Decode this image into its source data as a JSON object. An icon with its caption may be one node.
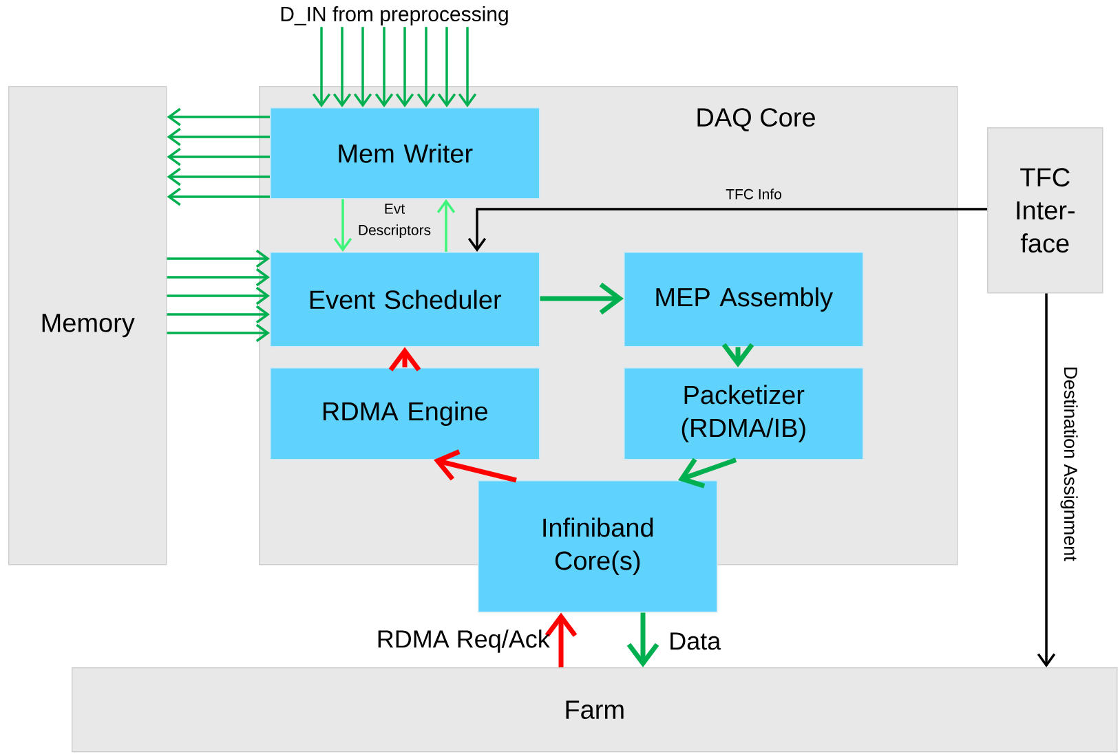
{
  "diagram": {
    "nodes": [
      {
        "text": [
          "Memory"
        ]
      },
      {
        "text": [
          "DAQ Core"
        ]
      },
      {
        "text": [
          "Mem Writer"
        ],
        "in": 1
      },
      {
        "text": [
          "Event Scheduler"
        ],
        "in": 1
      },
      {
        "text": [
          "MEP Assembly"
        ],
        "in": 1
      },
      {
        "text": [
          "RDMA Engine"
        ],
        "in": 1
      },
      {
        "text": [
          "Packetizer (RDMA/IB)"
        ],
        "in": 1
      },
      {
        "text": [
          "Infiniband Core(s)"
        ]
      },
      {
        "text": [
          "TFC Inter- face"
        ]
      },
      {
        "text": [
          "Farm"
        ]
      },
      {
        "text": [
          "D_IN from preprocessing"
        ]
      }
    ],
    "edges": [
      {
        "from": 10,
        "to": 2,
        "arrow": "to"
      },
      {
        "from": 10,
        "to": 2,
        "arrow": "to"
      },
      {
        "from": 10,
        "to": 2,
        "arrow": "to"
      },
      {
        "from": 10,
        "to": 2,
        "arrow": "to"
      },
      {
        "from": 10,
        "to": 2,
        "arrow": "to"
      },
      {
        "from": 10,
        "to": 2,
        "arrow": "to"
      },
      {
        "from": 10,
        "to": 2,
        "arrow": "to"
      },
      {
        "from": 10,
        "to": 2,
        "arrow": "to"
      },
      {
        "from": 2,
        "to": 0,
        "arrow": "to"
      },
      {
        "from": 2,
        "to": 0,
        "arrow": "to"
      },
      {
        "from": 2,
        "to": 0,
        "arrow": "to"
      },
      {
        "from": 2,
        "to": 0,
        "arrow": "to"
      },
      {
        "from": 2,
        "to": 0,
        "arrow": "to"
      },
      {
        "from": 0,
        "to": 3,
        "arrow": "to"
      },
      {
        "from": 0,
        "to": 3,
        "arrow": "to"
      },
      {
        "from": 0,
        "to": 3,
        "arrow": "to"
      },
      {
        "from": 0,
        "to": 3,
        "arrow": "to"
      },
      {
        "from": 0,
        "to": 3,
        "arrow": "to"
      },
      {
        "from": 2,
        "to": 3,
        "arrow": "to",
        "label": "Evt Descriptors",
        "color": "#3cf57a"
      },
      {
        "from": 3,
        "to": 2,
        "arrow": "to",
        "color": "#3cf57a"
      },
      {
        "from": 8,
        "to": 3,
        "arrow": "to",
        "label": "TFC Info",
        "color": "#000000"
      },
      {
        "from": 3,
        "to": 4,
        "arrow": "to",
        "style": "thick"
      },
      {
        "from": 4,
        "to": 6,
        "arrow": "to",
        "style": "thick"
      },
      {
        "from": 6,
        "to": 7,
        "arrow": "to",
        "style": "thick"
      },
      {
        "from": 7,
        "to": 5,
        "arrow": "to",
        "style": "thick",
        "color": "#ff0000"
      },
      {
        "from": 5,
        "to": 3,
        "arrow": "to",
        "style": "thick",
        "color": "#ff0000"
      },
      {
        "from": 9,
        "to": 7,
        "arrow": "to",
        "label": "RDMA Req/Ack",
        "style": "thick",
        "color": "#ff0000"
      },
      {
        "from": 7,
        "to": 9,
        "arrow": "to",
        "label": "Data",
        "style": "thick"
      },
      {
        "from": 8,
        "to": 9,
        "arrow": "to",
        "label": "Destination Assignment",
        "color": "#000000"
      }
    ]
  }
}
